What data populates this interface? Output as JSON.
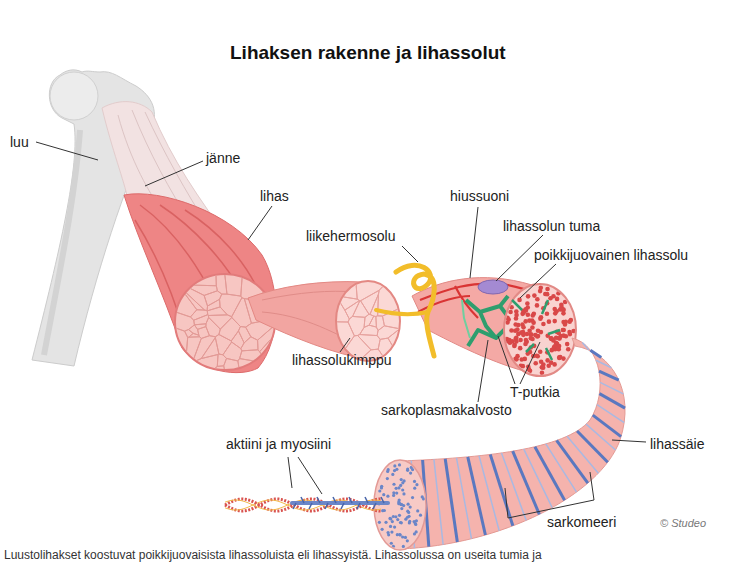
{
  "diagram": {
    "title": "Lihaksen rakenne ja lihassolut",
    "caption": "Luustolihakset koostuvat poikkijuovaisista lihassoluista eli lihassyistä. Lihassolussa on useita tumia ja",
    "labels": [
      "luu",
      "jänne",
      "lihas",
      "liikehermosolu",
      "hiussuoni",
      "lihassolun tuma",
      "poikkijuovainen lihassolu",
      "lihassolukimppu",
      "T-putkia",
      "sarkoplasmakalvosto",
      "aktiini ja myosiini",
      "lihassäie",
      "sarkomeeri",
      "© Studeo"
    ]
  }
}
